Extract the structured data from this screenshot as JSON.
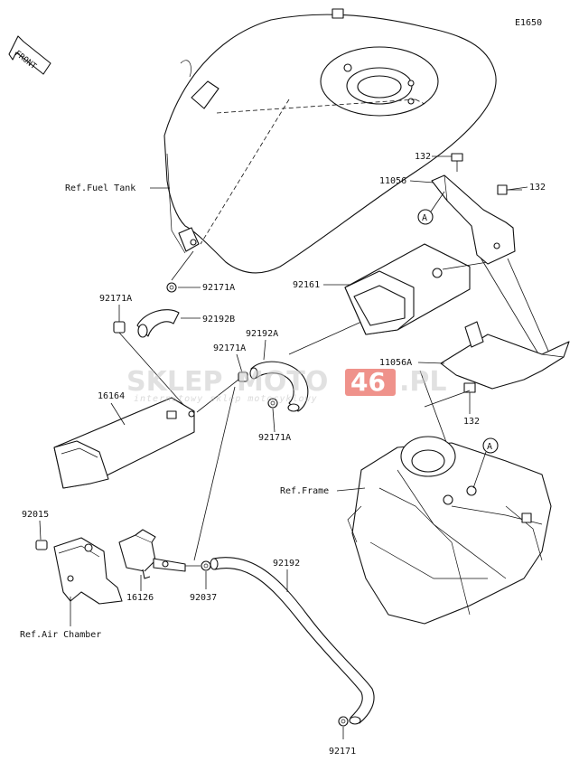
{
  "diagram_code": "E1650",
  "front_label": "FRONT",
  "watermark": {
    "brand_left": "SKLEP",
    "brand_mid": "MOTO",
    "brand_num": "46",
    "brand_tld": ".PL",
    "tagline": "internetowy sklep motocyklowy"
  },
  "callouts": {
    "ref_fuel_tank": "Ref.Fuel Tank",
    "ref_frame": "Ref.Frame",
    "ref_air_chamber": "Ref.Air Chamber",
    "p132_a": "132",
    "p132_b": "132",
    "p132_c": "132",
    "p11056": "11056",
    "p11056a": "11056A",
    "p92171a_1": "92171A",
    "p92171a_2": "92171A",
    "p92171a_3": "92171A",
    "p92171a_4": "92171A",
    "p92192b": "92192B",
    "p92192a": "92192A",
    "p92161": "92161",
    "p16164": "16164",
    "p92015": "92015",
    "p16126": "16126",
    "p92037": "92037",
    "p92192": "92192",
    "p92171": "92171",
    "ref_a_1": "A",
    "ref_a_2": "A"
  }
}
